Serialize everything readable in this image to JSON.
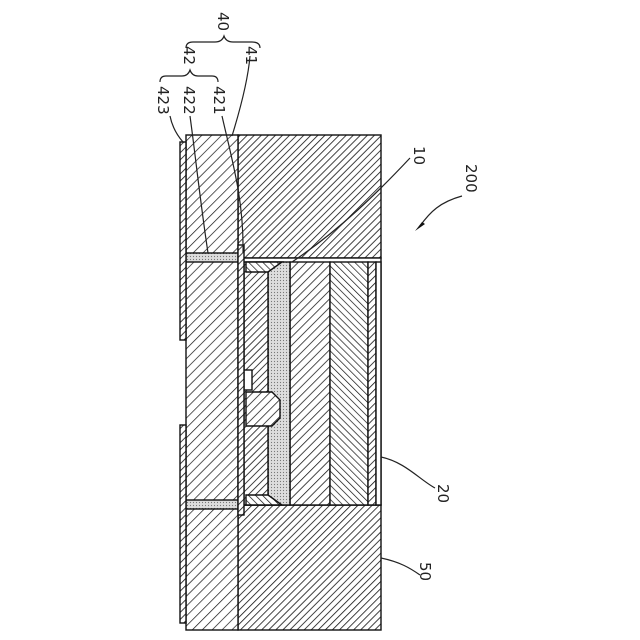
{
  "figure": {
    "labels": {
      "l40": "40",
      "l42": "42",
      "l41": "41",
      "l423": "423",
      "l422": "422",
      "l421": "421",
      "l10": "10",
      "l200": "200",
      "l20": "20",
      "l50": "50"
    }
  }
}
